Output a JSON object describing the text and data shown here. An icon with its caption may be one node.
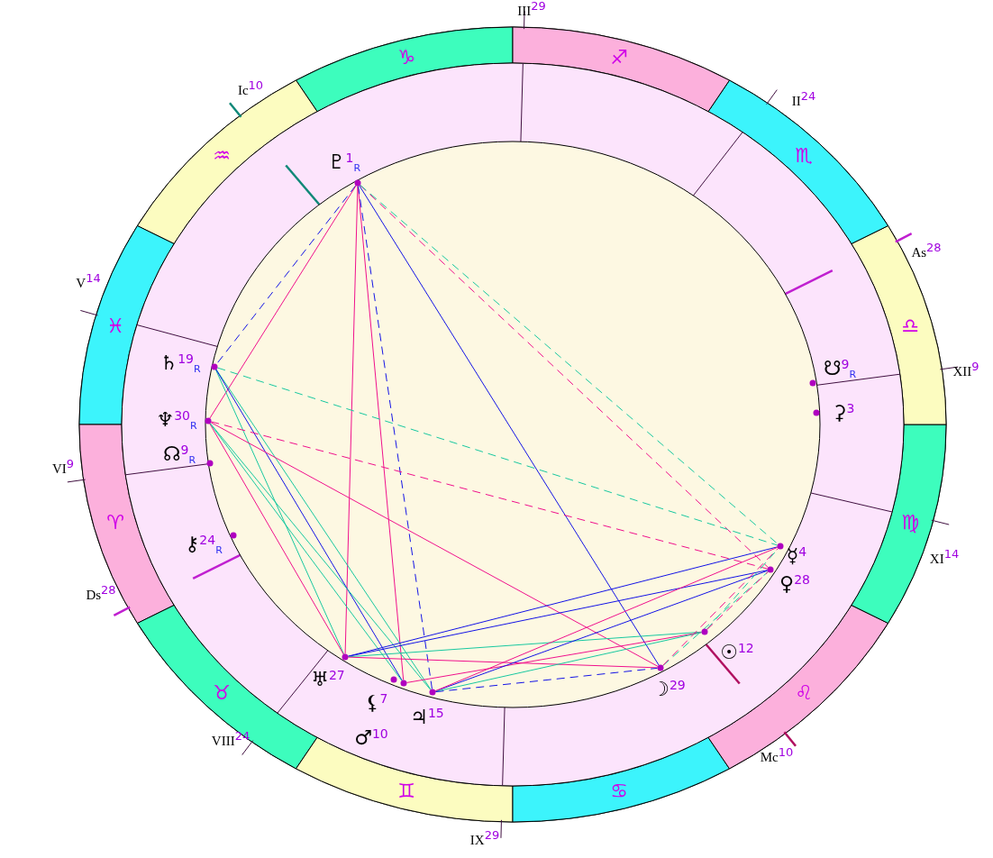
{
  "diagram": {
    "nodes": [
      {
        "text": [],
        "shape": "circle",
        "beside": [
          "♇$^{1}$$_{R}$"
        ]
      },
      {
        "text": [],
        "shape": "circle",
        "beside": [
          "♄$^{19}$$_{R}$"
        ]
      },
      {
        "text": [],
        "shape": "circle",
        "beside": [
          "☋$^{9}$$_{R}$"
        ]
      },
      {
        "text": [],
        "shape": "circle",
        "beside": [
          "⚳$^{3}$"
        ]
      },
      {
        "text": [],
        "shape": "circle",
        "beside": [
          "♆$^{30}$$_{R}$"
        ]
      },
      {
        "text": [],
        "shape": "circle",
        "beside": [
          "☊$^{9}$$_{R}$"
        ]
      },
      {
        "text": [],
        "shape": "circle",
        "beside": [
          "⚷$^{24}$$_{R}$"
        ]
      },
      {
        "text": [],
        "shape": "circle",
        "beside": [
          "☿$^{4}$"
        ]
      },
      {
        "text": [],
        "shape": "circle",
        "beside": [
          "♀$^{28}$"
        ]
      },
      {
        "text": [],
        "shape": "circle",
        "beside": [
          "☉$^{12}$"
        ]
      },
      {
        "text": [],
        "shape": "circle",
        "beside": [
          "♅$^{27}$"
        ]
      },
      {
        "text": [],
        "shape": "circle",
        "beside": [
          "☽$^{29}$"
        ]
      },
      {
        "text": [],
        "shape": "circle",
        "beside": [
          "⚸$^{7}$"
        ]
      },
      {
        "text": [],
        "shape": "circle",
        "beside": [
          "♂$^{10}$"
        ]
      },
      {
        "text": [],
        "shape": "circle",
        "beside": [
          "♃$^{15}$"
        ]
      }
    ],
    "edges": [
      {
        "from": 0,
        "to": 1,
        "arrow": "none",
        "style": "dashed",
        "color": "#1414e6"
      },
      {
        "from": 0,
        "to": 4,
        "arrow": "none"
      },
      {
        "from": 0,
        "to": 10,
        "arrow": "none"
      },
      {
        "from": 0,
        "to": 13,
        "arrow": "none"
      },
      {
        "from": 0,
        "to": 14,
        "arrow": "none",
        "style": "dashed",
        "color": "#1414e6"
      },
      {
        "from": 0,
        "to": 11,
        "arrow": "none",
        "color": "#1414e6"
      },
      {
        "from": 0,
        "to": 8,
        "arrow": "none",
        "style": "dashed"
      },
      {
        "from": 0,
        "to": 7,
        "arrow": "none",
        "style": "dashed",
        "color": "#18c8a0"
      },
      {
        "from": 1,
        "to": 10,
        "arrow": "none",
        "color": "#18c8a0"
      },
      {
        "from": 1,
        "to": 14,
        "arrow": "none",
        "color": "#18c8a0"
      },
      {
        "from": 1,
        "to": 13,
        "arrow": "none",
        "color": "#1414e6"
      },
      {
        "from": 1,
        "to": 7,
        "arrow": "none",
        "style": "dashed",
        "color": "#18c8a0"
      },
      {
        "from": 4,
        "to": 8,
        "arrow": "none",
        "style": "dashed"
      },
      {
        "from": 4,
        "to": 11,
        "arrow": "none"
      },
      {
        "from": 4,
        "to": 10,
        "arrow": "none"
      },
      {
        "from": 4,
        "to": 13,
        "arrow": "none",
        "color": "#18c8a0"
      },
      {
        "from": 4,
        "to": 14,
        "arrow": "none",
        "color": "#18c8a0"
      },
      {
        "from": 10,
        "to": 7,
        "arrow": "none",
        "color": "#1414e6"
      },
      {
        "from": 10,
        "to": 8,
        "arrow": "none",
        "color": "#1414e6"
      },
      {
        "from": 10,
        "to": 9,
        "arrow": "none",
        "color": "#18c8a0"
      },
      {
        "from": 10,
        "to": 11,
        "arrow": "none"
      },
      {
        "from": 13,
        "to": 9,
        "arrow": "none"
      },
      {
        "from": 14,
        "to": 8,
        "arrow": "none",
        "color": "#1414e6"
      },
      {
        "from": 14,
        "to": 9,
        "arrow": "none",
        "color": "#18c8a0"
      },
      {
        "from": 14,
        "to": 7,
        "arrow": "none"
      },
      {
        "from": 14,
        "to": 11,
        "arrow": "none",
        "style": "dashed",
        "color": "#1414e6"
      },
      {
        "from": 11,
        "to": 8,
        "arrow": "none",
        "style": "dashed",
        "color": "#18c8a0"
      },
      {
        "from": 11,
        "to": 7,
        "arrow": "none",
        "style": "dashed"
      },
      {
        "from": 9,
        "to": 7,
        "arrow": "none",
        "style": "dashed",
        "color": "#18c8a0"
      },
      {
        "from": 9,
        "to": 8,
        "arrow": "none",
        "style": "dashed"
      }
    ],
    "labels": [
      "III$^{29}$",
      "♑",
      "♐",
      "Ic$^{10}$",
      "II$^{24}$",
      "♒",
      "♏",
      "As$^{28}$",
      "V$^{14}$",
      "♓",
      "♎",
      "XII$^{9}$",
      "VI$^{9}$",
      "♈",
      "♍",
      "XI$^{14}$",
      "Ds$^{28}$",
      "♉",
      "♌",
      "VIII$^{24}$",
      "Mc$^{10}$",
      "♊",
      "♋",
      "IX$^{29}$"
    ]
  }
}
